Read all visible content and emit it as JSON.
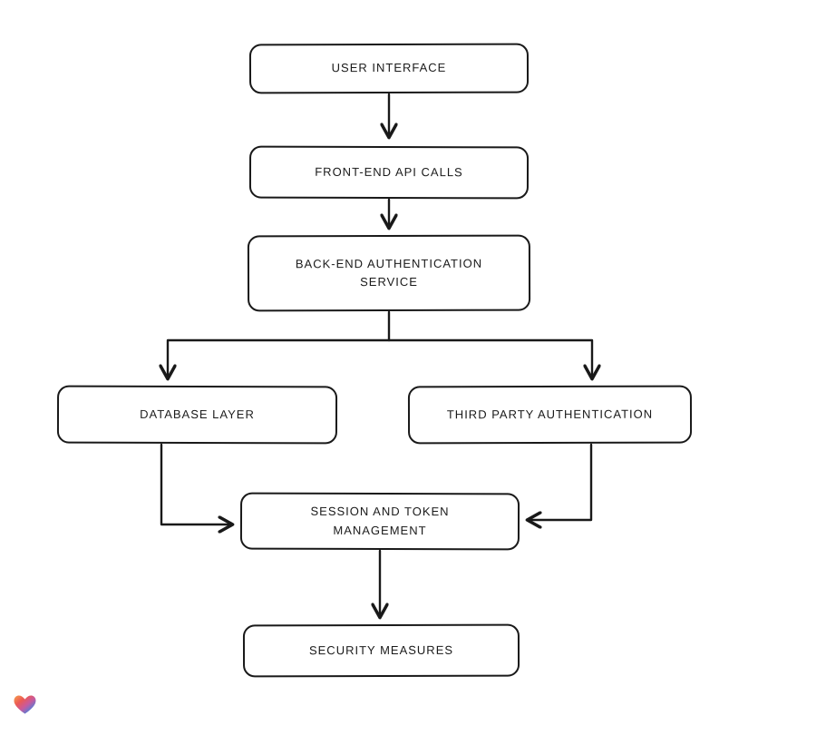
{
  "diagram": {
    "type": "flowchart",
    "background_color": "#ffffff",
    "stroke_color": "#191919",
    "nodes": [
      {
        "id": "user-interface",
        "label": "USER INTERFACE"
      },
      {
        "id": "front-end-api-calls",
        "label": "FRONT-END API CALLS"
      },
      {
        "id": "back-end-authentication-service",
        "label": "BACK-END AUTHENTICATION\nSERVICE"
      },
      {
        "id": "database-layer",
        "label": "DATABASE LAYER"
      },
      {
        "id": "third-party-authentication",
        "label": "THIRD PARTY AUTHENTICATION"
      },
      {
        "id": "session-and-token-management",
        "label": "SESSION AND TOKEN\nMANAGEMENT"
      },
      {
        "id": "security-measures",
        "label": "SECURITY MEASURES"
      }
    ],
    "edges": [
      {
        "from": "user-interface",
        "to": "front-end-api-calls"
      },
      {
        "from": "front-end-api-calls",
        "to": "back-end-authentication-service"
      },
      {
        "from": "back-end-authentication-service",
        "to": "database-layer"
      },
      {
        "from": "back-end-authentication-service",
        "to": "third-party-authentication"
      },
      {
        "from": "database-layer",
        "to": "session-and-token-management"
      },
      {
        "from": "third-party-authentication",
        "to": "session-and-token-management"
      },
      {
        "from": "session-and-token-management",
        "to": "security-measures"
      }
    ],
    "logo": {
      "icon": "heart-logo-icon",
      "colors": [
        "#f6a14f",
        "#ec5a54",
        "#c85a9e",
        "#5b7bd5",
        "#4aa17c"
      ]
    }
  }
}
